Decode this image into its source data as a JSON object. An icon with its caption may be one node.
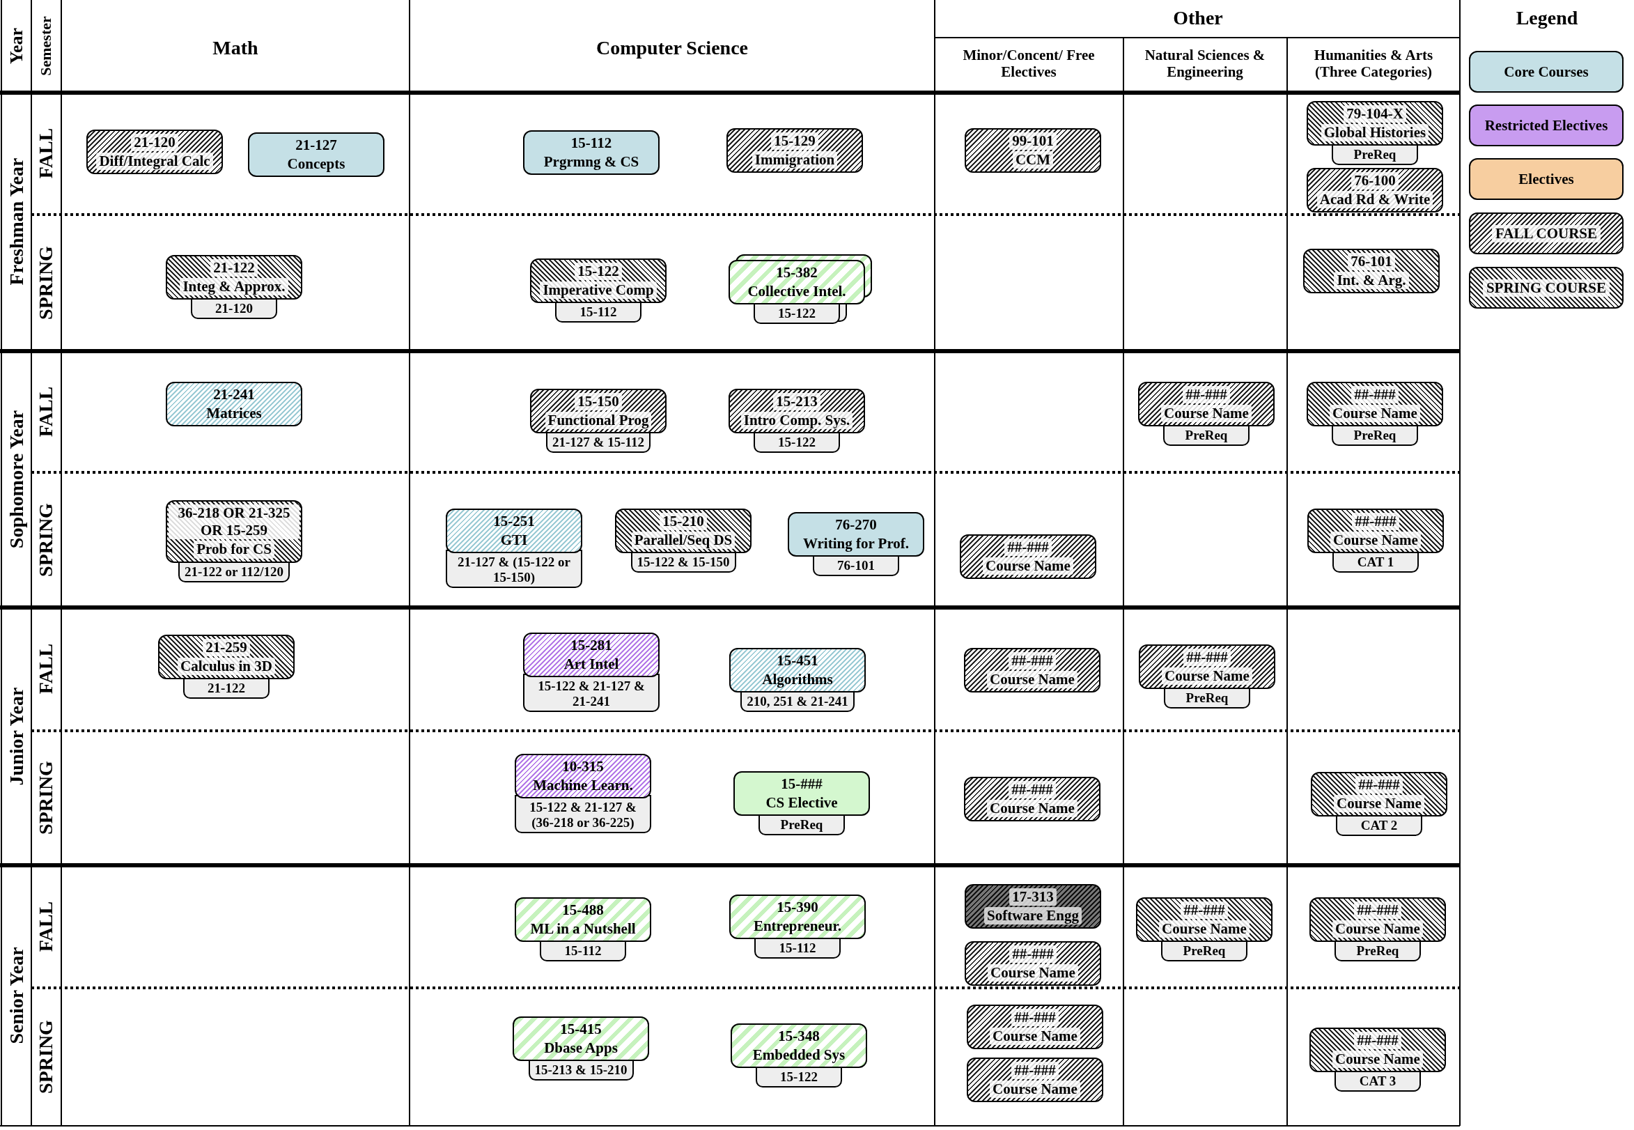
{
  "diagram": {
    "nodes": [
      {
        "text": [
          "21-120",
          "Diff/Integral Calc"
        ]
      },
      {
        "text": [
          "21-127",
          "Concepts"
        ]
      },
      {
        "text": [
          "15-112",
          "Prgrmng & CS"
        ]
      },
      {
        "text": [
          "15-129",
          "Immigration"
        ]
      },
      {
        "text": [
          "99-101",
          "CCM"
        ]
      },
      {
        "text": [
          "79-104-X",
          "Global Histories"
        ],
        "beside": [
          "PreReq"
        ]
      },
      {
        "text": [
          "76-100",
          "Acad Rd & Write"
        ]
      },
      {
        "text": [
          "21-122",
          "Integ & Approx."
        ],
        "beside": [
          "21-120"
        ]
      },
      {
        "text": [
          "15-122",
          "Imperative Comp"
        ],
        "beside": [
          "15-112"
        ]
      },
      {
        "text": [
          "15-382",
          "Collective Intel."
        ],
        "beside": [
          "15-122"
        ]
      },
      {
        "text": [
          "76-101",
          "Int. & Arg."
        ]
      },
      {
        "text": [
          "21-241",
          "Matrices"
        ]
      },
      {
        "text": [
          "15-150",
          "Functional Prog"
        ],
        "beside": [
          "21-127 & 15-112"
        ]
      },
      {
        "text": [
          "15-213",
          "Intro Comp. Sys."
        ],
        "beside": [
          "15-122"
        ]
      },
      {
        "text": [
          "##-###",
          "Course Name"
        ],
        "beside": [
          "PreReq"
        ]
      },
      {
        "text": [
          "##-###",
          "Course Name"
        ],
        "beside": [
          "PreReq"
        ]
      },
      {
        "text": [
          "36-218 OR 21-325 OR 15-259",
          "Prob for CS"
        ],
        "beside": [
          "21-122 or 112/120"
        ]
      },
      {
        "text": [
          "15-251",
          "GTI"
        ],
        "beside": [
          "21-127 & (15-122 or 15-150)"
        ]
      },
      {
        "text": [
          "15-210",
          "Parallel/Seq DS"
        ],
        "beside": [
          "15-122 & 15-150"
        ]
      },
      {
        "text": [
          "76-270",
          "Writing for Prof."
        ],
        "beside": [
          "76-101"
        ]
      },
      {
        "text": [
          "##-###",
          "Course Name"
        ]
      },
      {
        "text": [
          "##-###",
          "Course Name"
        ],
        "beside": [
          "CAT 1"
        ]
      },
      {
        "text": [
          "21-259",
          "Calculus in 3D"
        ],
        "beside": [
          "21-122"
        ]
      },
      {
        "text": [
          "15-281",
          "Art Intel"
        ],
        "beside": [
          "15-122 & 21-127 & 21-241"
        ]
      },
      {
        "text": [
          "15-451",
          "Algorithms"
        ],
        "beside": [
          "210, 251 & 21-241"
        ]
      },
      {
        "text": [
          "##-###",
          "Course Name"
        ]
      },
      {
        "text": [
          "##-###",
          "Course Name"
        ],
        "beside": [
          "PreReq"
        ]
      },
      {
        "text": [
          "10-315",
          "Machine Learn."
        ],
        "beside": [
          "15-122 & 21-127 & (36-218 or 36-225)"
        ]
      },
      {
        "text": [
          "15-###",
          "CS Elective"
        ],
        "beside": [
          "PreReq"
        ]
      },
      {
        "text": [
          "##-###",
          "Course Name"
        ]
      },
      {
        "text": [
          "##-###",
          "Course Name"
        ],
        "beside": [
          "CAT 2"
        ]
      },
      {
        "text": [
          "15-488",
          "ML in a Nutshell"
        ],
        "beside": [
          "15-112"
        ]
      },
      {
        "text": [
          "15-390",
          "Entrepreneur."
        ],
        "beside": [
          "15-112"
        ]
      },
      {
        "text": [
          "17-313",
          "Software Engg"
        ]
      },
      {
        "text": [
          "##-###",
          "Course Name"
        ]
      },
      {
        "text": [
          "##-###",
          "Course Name"
        ],
        "beside": [
          "PreReq"
        ]
      },
      {
        "text": [
          "##-###",
          "Course Name"
        ],
        "beside": [
          "PreReq"
        ]
      },
      {
        "text": [
          "15-415",
          "Dbase Apps"
        ],
        "beside": [
          "15-213 & 15-210"
        ]
      },
      {
        "text": [
          "15-348",
          "Embedded Sys"
        ],
        "beside": [
          "15-122"
        ]
      },
      {
        "text": [
          "##-###",
          "Course Name"
        ]
      },
      {
        "text": [
          "##-###",
          "Course Name"
        ]
      },
      {
        "text": [
          "##-###",
          "Course Name"
        ],
        "beside": [
          "CAT 3"
        ]
      }
    ],
    "labels": [
      "Year",
      "Semester",
      "Math",
      "Computer Science",
      "Other",
      "Minor/Concent/ Free Electives",
      "Natural Sciences & Engineering",
      "Humanities & Arts (Three Categories)",
      "Legend",
      "Freshman Year",
      "FALL",
      "SPRING",
      "Sophomore Year",
      "FALL",
      "SPRING",
      "Junior Year",
      "FALL",
      "SPRING",
      "Senior Year",
      "FALL",
      "SPRING"
    ],
    "legend": [
      {
        "text": "Core Courses",
        "color": "#c5e0e6"
      },
      {
        "text": "Restricted Electives",
        "color": "#c89cf0"
      },
      {
        "text": "Electives",
        "color": "#f7cea0"
      },
      {
        "text": "FALL COURSE"
      },
      {
        "text": "SPRING COURSE"
      }
    ]
  }
}
